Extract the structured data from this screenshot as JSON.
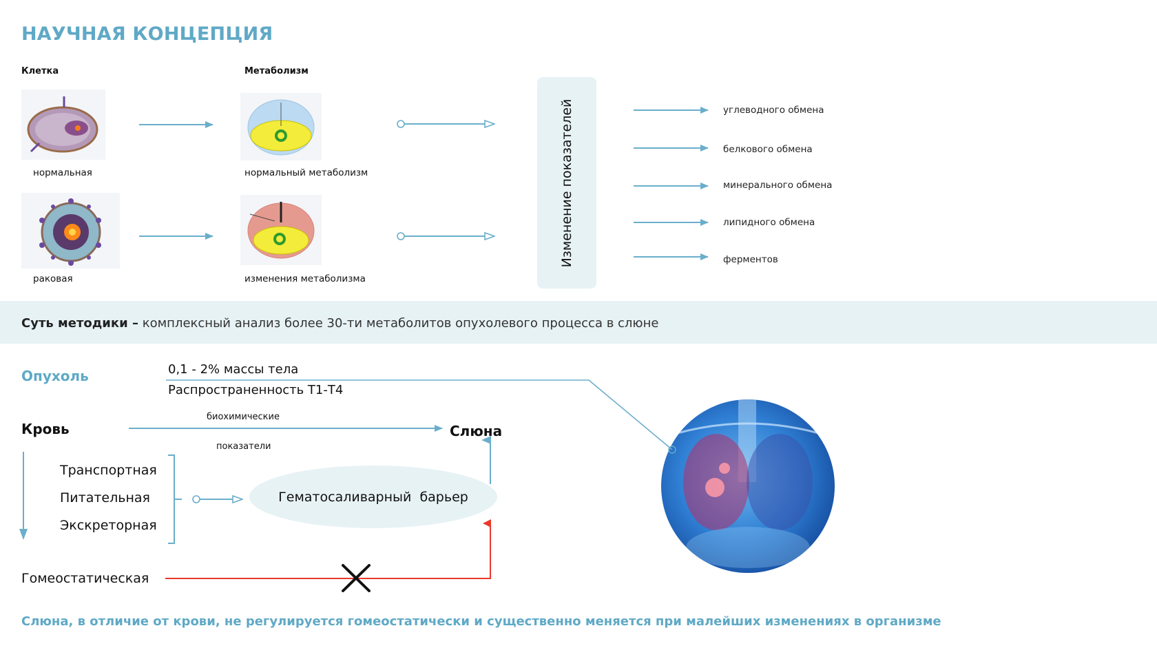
{
  "title": "НАУЧНАЯ КОНЦЕПЦИЯ",
  "top": {
    "col_cell": "Клетка",
    "col_metabolism": "Метаболизм",
    "normal_cell_caption": "нормальная",
    "cancer_cell_caption": "раковая",
    "normal_metabolism_caption": "нормальный метаболизм",
    "changed_metabolism_caption": "изменения метаболизма",
    "indicator_box_label": "Изменение показателей",
    "outputs": [
      {
        "label": "углеводного обмена"
      },
      {
        "label": "белкового обмена"
      },
      {
        "label": "минерального обмена"
      },
      {
        "label": "липидного обмена"
      },
      {
        "label": "ферментов"
      }
    ]
  },
  "band": {
    "bold": "Суть методики –",
    "text": " комплексный анализ более 30-ти метаболитов опухолевого процесса в слюне"
  },
  "bottom": {
    "tumor_label": "Опухоль",
    "tumor_mass": "0,1 - 2% массы тела",
    "tumor_spread": "Распространенность Т1-Т4",
    "blood_label": "Кровь",
    "arrow_top_label": "биохимические",
    "arrow_bottom_label": "показатели",
    "saliva_label": "Слюна",
    "functions": [
      "Транспортная",
      "Питательная",
      "Экскреторная"
    ],
    "barrier_label": "Гематосаливарный  барьер",
    "homeostatic_label": "Гомеостатическая"
  },
  "footer": "Слюна, в отличие от крови, не регулируется гомеостатически и существенно меняется при малейших изменениях в организме",
  "colors": {
    "accent": "#5fa9c6",
    "arrow": "#6aaecb",
    "band_bg": "#e7f2f5",
    "blocked": "#e8392a"
  }
}
